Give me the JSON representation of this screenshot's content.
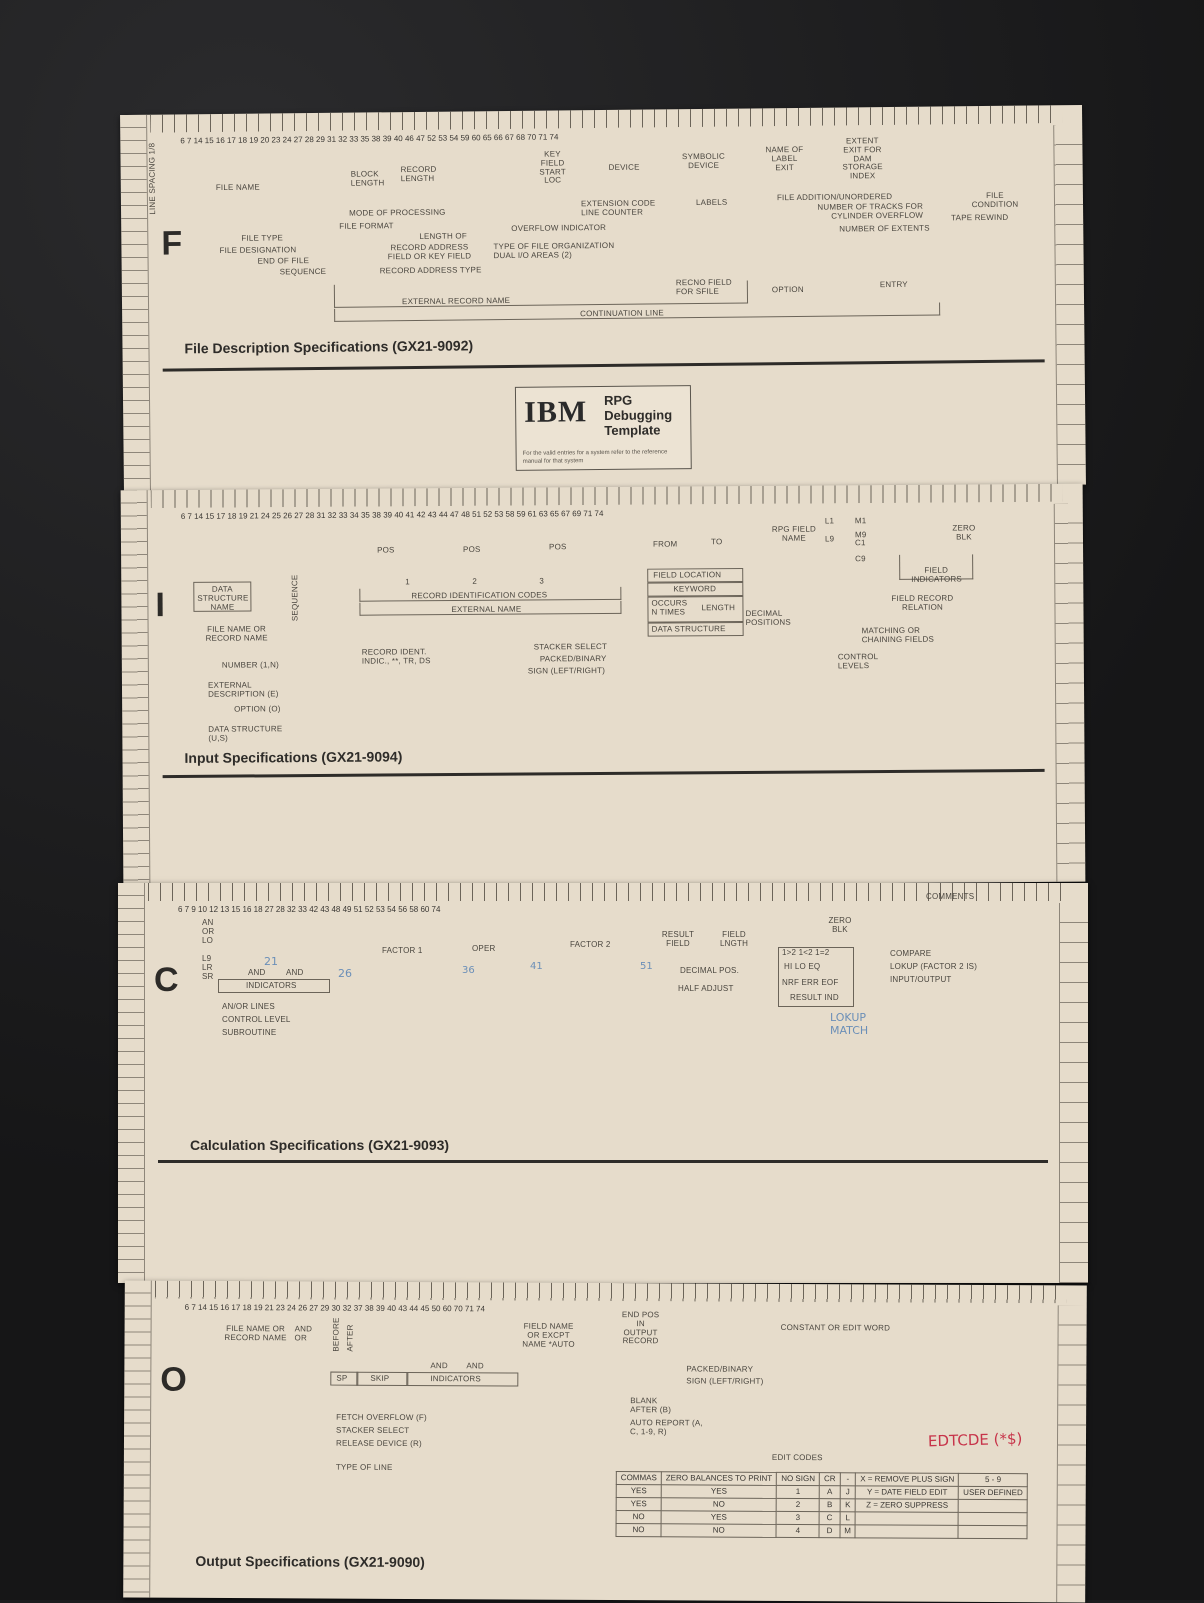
{
  "template": {
    "ibm_logo": "IBM",
    "name_line1": "RPG",
    "name_line2": "Debugging",
    "name_line3": "Template",
    "note": "For the valid entries for a system refer to the reference manual for that system"
  },
  "file_desc": {
    "letter": "F",
    "title": "File Description Specifications (GX21-9092)",
    "columns": "6 7        14 15 16 17 18 19 20     23 24     27 28 29    31 32 33   35     38 39 40        46 47          52 53 54       59 60        65 66 67 68   70 71      74",
    "line_spacing": "LINE SPACING 1/8",
    "labels": {
      "file_name": "FILE NAME",
      "block_length": "BLOCK LENGTH",
      "record_length": "RECORD LENGTH",
      "key_field_start": "KEY FIELD START LOC",
      "device": "DEVICE",
      "symbolic_device": "SYMBOLIC DEVICE",
      "name_of_label_exit": "NAME OF LABEL EXIT",
      "extent_exit": "EXTENT EXIT FOR DAM STORAGE INDEX",
      "file_type": "FILE TYPE",
      "file_designation": "FILE DESIGNATION",
      "end_of_file": "END OF FILE",
      "sequence": "SEQUENCE",
      "mode_of_processing": "MODE OF PROCESSING",
      "file_format": "FILE FORMAT",
      "length_of": "LENGTH OF",
      "record_address": "RECORD ADDRESS FIELD OR KEY FIELD",
      "record_address_type": "RECORD ADDRESS TYPE",
      "type_file_org": "TYPE OF FILE ORGANIZATION DUAL I/O AREAS (2)",
      "overflow_indicator": "OVERFLOW INDICATOR",
      "extension_code": "EXTENSION CODE LINE COUNTER",
      "labels": "LABELS",
      "file_addition": "FILE ADDITION/UNORDERED",
      "number_of_tracks": "NUMBER OF TRACKS FOR CYLINDER OVERFLOW",
      "number_of_extents": "NUMBER OF EXTENTS",
      "file_condition": "FILE CONDITION",
      "tape_rewind": "TAPE REWIND",
      "external_record_name": "EXTERNAL RECORD NAME",
      "recno_field": "RECNO FIELD FOR SFILE",
      "option": "OPTION",
      "entry": "ENTRY",
      "continuation_line": "CONTINUATION LINE"
    }
  },
  "input": {
    "letter": "I",
    "title": "Input Specifications (GX21-9094)",
    "columns": "6 7          14 15   17 18 19    21     24 25 26 27 28      31 32 33 34 35     38 39 40 41 42 43 44      47 48       51 52 53        58 59  61   63   65   67  69   71     74",
    "labels": {
      "pos1": "POS",
      "pos2": "POS",
      "pos3": "POS",
      "from": "FROM",
      "to": "TO",
      "rpg_field_name": "RPG FIELD NAME",
      "data_structure_name": "DATA STRUCTURE NAME",
      "sequence": "SEQUENCE",
      "file_name_or_record": "FILE NAME OR RECORD NAME",
      "number": "NUMBER (1,N)",
      "external_description": "EXTERNAL DESCRIPTION (E)",
      "option": "OPTION (O)",
      "data_structure_us": "DATA STRUCTURE (U,S)",
      "record_ident_codes": "RECORD IDENTIFICATION CODES",
      "external_name": "EXTERNAL NAME",
      "record_ident_indic": "RECORD IDENT. INDIC., **, TR, DS",
      "field_location": "FIELD LOCATION",
      "keyword": "KEYWORD",
      "occurs": "OCCURS n TIMES",
      "length": "LENGTH",
      "data_structure": "DATA STRUCTURE",
      "decimal_positions": "DECIMAL POSITIONS",
      "stacker_select": "STACKER SELECT",
      "packed_binary": "PACKED/BINARY",
      "sign": "SIGN (LEFT/RIGHT)",
      "field_indicators": "FIELD INDICATORS",
      "field_record_relation": "FIELD RECORD RELATION",
      "matching": "MATCHING OR CHAINING FIELDS",
      "control_levels": "CONTROL LEVELS",
      "zero_blk": "ZERO BLK",
      "l1": "L1",
      "l9": "L9",
      "m1": "M1",
      "m9": "M9",
      "c1": "C1",
      "c9": "C9",
      "col_nums": "1         2         3"
    }
  },
  "calc": {
    "letter": "C",
    "title": "Calculation Specifications (GX21-9093)",
    "columns": "6 7  9 10   12 13    15 16   18               27 28           32 33                 42 43      48 49   51 52 53 54   56   58   60                    74",
    "labels": {
      "and_or_lo": "AN OR LO",
      "l0_lr_sr": "L9 LR SR",
      "factor1": "FACTOR 1",
      "oper": "OPER",
      "factor2": "FACTOR 2",
      "result_field": "RESULT FIELD",
      "field_length": "FIELD LNGTH",
      "comments": "COMMENTS",
      "and1": "AND",
      "and2": "AND",
      "indicators": "INDICATORS",
      "and_or_lines": "AN/OR LINES",
      "control_level": "CONTROL LEVEL",
      "subroutine": "SUBROUTINE",
      "decimal_pos": "DECIMAL POS.",
      "half_adjust": "HALF ADJUST",
      "zero_blk": "ZERO BLK",
      "cmp": "1>2  1<2  1=2",
      "hi_lo_eq": "HI   LO   EQ",
      "nrf_err_eof": "NRF ERR EOF",
      "result_ind": "RESULT IND",
      "compare": "COMPARE",
      "lokup": "LOKUP (FACTOR 2 IS)",
      "input_output": "INPUT/OUTPUT"
    },
    "handwriting": {
      "lokup_match": "LOKUP MATCH",
      "note_21": "21",
      "note_26": "26",
      "note_36": "36",
      "note_41": "41",
      "note_51": "51"
    }
  },
  "output": {
    "letter": "O",
    "title": "Output Specifications (GX21-9090)",
    "columns": "6 7       14 15 16 17 18 19   21   23 24   26 27   29 30   32   37 38 39 40   43 44 45       50                        60                            70 71    74",
    "labels": {
      "file_name_or_record": "FILE NAME OR RECORD NAME",
      "and_or": "AND OR",
      "field_name": "FIELD NAME OR EXCPT NAME *AUTO",
      "end_pos": "END POS IN OUTPUT RECORD",
      "constant": "CONSTANT OR EDIT WORD",
      "and1": "AND",
      "and2": "AND",
      "indicators": "INDICATORS",
      "sp": "SP",
      "skip": "SKIP",
      "before": "BEFORE",
      "after": "AFTER",
      "fetch_overflow": "FETCH OVERFLOW (F)",
      "stacker_select": "STACKER SELECT",
      "release_device": "RELEASE DEVICE (R)",
      "type_of_line": "TYPE OF LINE",
      "packed_binary": "PACKED/BINARY",
      "sign": "SIGN (LEFT/RIGHT)",
      "blank_after": "BLANK AFTER (B)",
      "auto_report": "AUTO REPORT (A, C, 1-9, R)",
      "edit_codes": "EDIT CODES"
    },
    "edit_table": {
      "head": [
        "COMMAS",
        "ZERO BALANCES TO PRINT",
        "NO SIGN",
        "CR",
        "-",
        "X = REMOVE PLUS SIGN",
        "5 - 9"
      ],
      "rows": [
        [
          "YES",
          "YES",
          "1",
          "A",
          "J",
          "Y = DATE FIELD EDIT",
          "USER DEFINED"
        ],
        [
          "YES",
          "NO",
          "2",
          "B",
          "K",
          "Z = ZERO SUPPRESS",
          ""
        ],
        [
          "NO",
          "YES",
          "3",
          "C",
          "L",
          "",
          ""
        ],
        [
          "NO",
          "NO",
          "4",
          "D",
          "M",
          "",
          ""
        ]
      ]
    },
    "handwriting": {
      "edtcde": "EDTCDE (*$)"
    }
  },
  "colors": {
    "card": "#e6dccb",
    "ink_red": "#c7344a",
    "ink_blue": "#6b8fb8",
    "print": "#3a3733"
  }
}
